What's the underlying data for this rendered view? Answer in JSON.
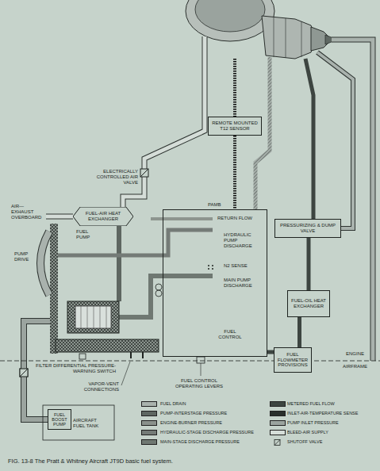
{
  "diagram": {
    "caption": "FIG. 13-8 The Pratt & Whitney Aircraft JT9D basic fuel system.",
    "nodes": [
      {
        "text": [
          "REMOTE MOUNTED T12 SENSOR"
        ]
      },
      {
        "text": [
          "FUEL-AIR HEAT EXCHANGER"
        ]
      },
      {
        "text": [
          "FUEL CONTROL"
        ]
      },
      {
        "text": [
          "PRESSURIZING & DUMP VALVE"
        ]
      },
      {
        "text": [
          "FUEL-OIL HEAT EXCHANGER"
        ]
      },
      {
        "text": [
          "FUEL FLOWMETER PROVISIONS"
        ]
      },
      {
        "text": [
          "FUEL BOOST PUMP"
        ]
      }
    ],
    "edges": [
      {
        "from": 0,
        "to": 2,
        "arrow": "none"
      },
      {
        "from": 2,
        "to": 5,
        "arrow": "none"
      },
      {
        "from": 5,
        "to": 4,
        "arrow": "none"
      },
      {
        "from": 4,
        "to": 3,
        "arrow": "none"
      }
    ],
    "labels": [
      "ELECTRICALLY CONTROLLED AIR VALVE",
      "AIR— EXHAUST OVERBOARD",
      "FUEL PUMP",
      "PUMP DRIVE",
      "PAMB",
      "RETURN FLOW",
      "HYDRAULIC PUMP DISCHARGE",
      "N2 SENSE",
      "MAIN PUMP DISCHARGE",
      "ENGINE",
      "AIRFRAME",
      "FILTER DIFFERENTIAL PRESSURE-WARNING SWITCH",
      "VAPOR-VENT CONNECTIONS",
      "FUEL CONTROL OPERATING LEVERS",
      "AIRCRAFT FUEL TANK"
    ],
    "legend": [
      {
        "text": "FUEL DRAIN",
        "color": "#a9b2ad"
      },
      {
        "text": "PUMP-INTERSTAGE PRESSURE",
        "color": "#5e6661"
      },
      {
        "text": "ENGINE-BURNER PRESSURE",
        "color": "#8a918c"
      },
      {
        "text": "HYDRAULIC-STAGE DISCHARGE PRESSURE",
        "color": "#747b77"
      },
      {
        "text": "MAIN-STAGE DISCHARGE PRESSURE",
        "color": "#6f7872"
      },
      {
        "text": "METERED FUEL FLOW",
        "color": "#3d4541"
      },
      {
        "text": "INLET-AIR-TEMPERATURE SENSE",
        "color": "#2a2f2c"
      },
      {
        "text": "PUMP INLET PRESSURE",
        "color": "#9ba49f"
      },
      {
        "text": "BLEED-AIR SUPPLY",
        "color": "#d5ddd8"
      },
      {
        "text": "SHUTOFF VALVE"
      }
    ]
  }
}
